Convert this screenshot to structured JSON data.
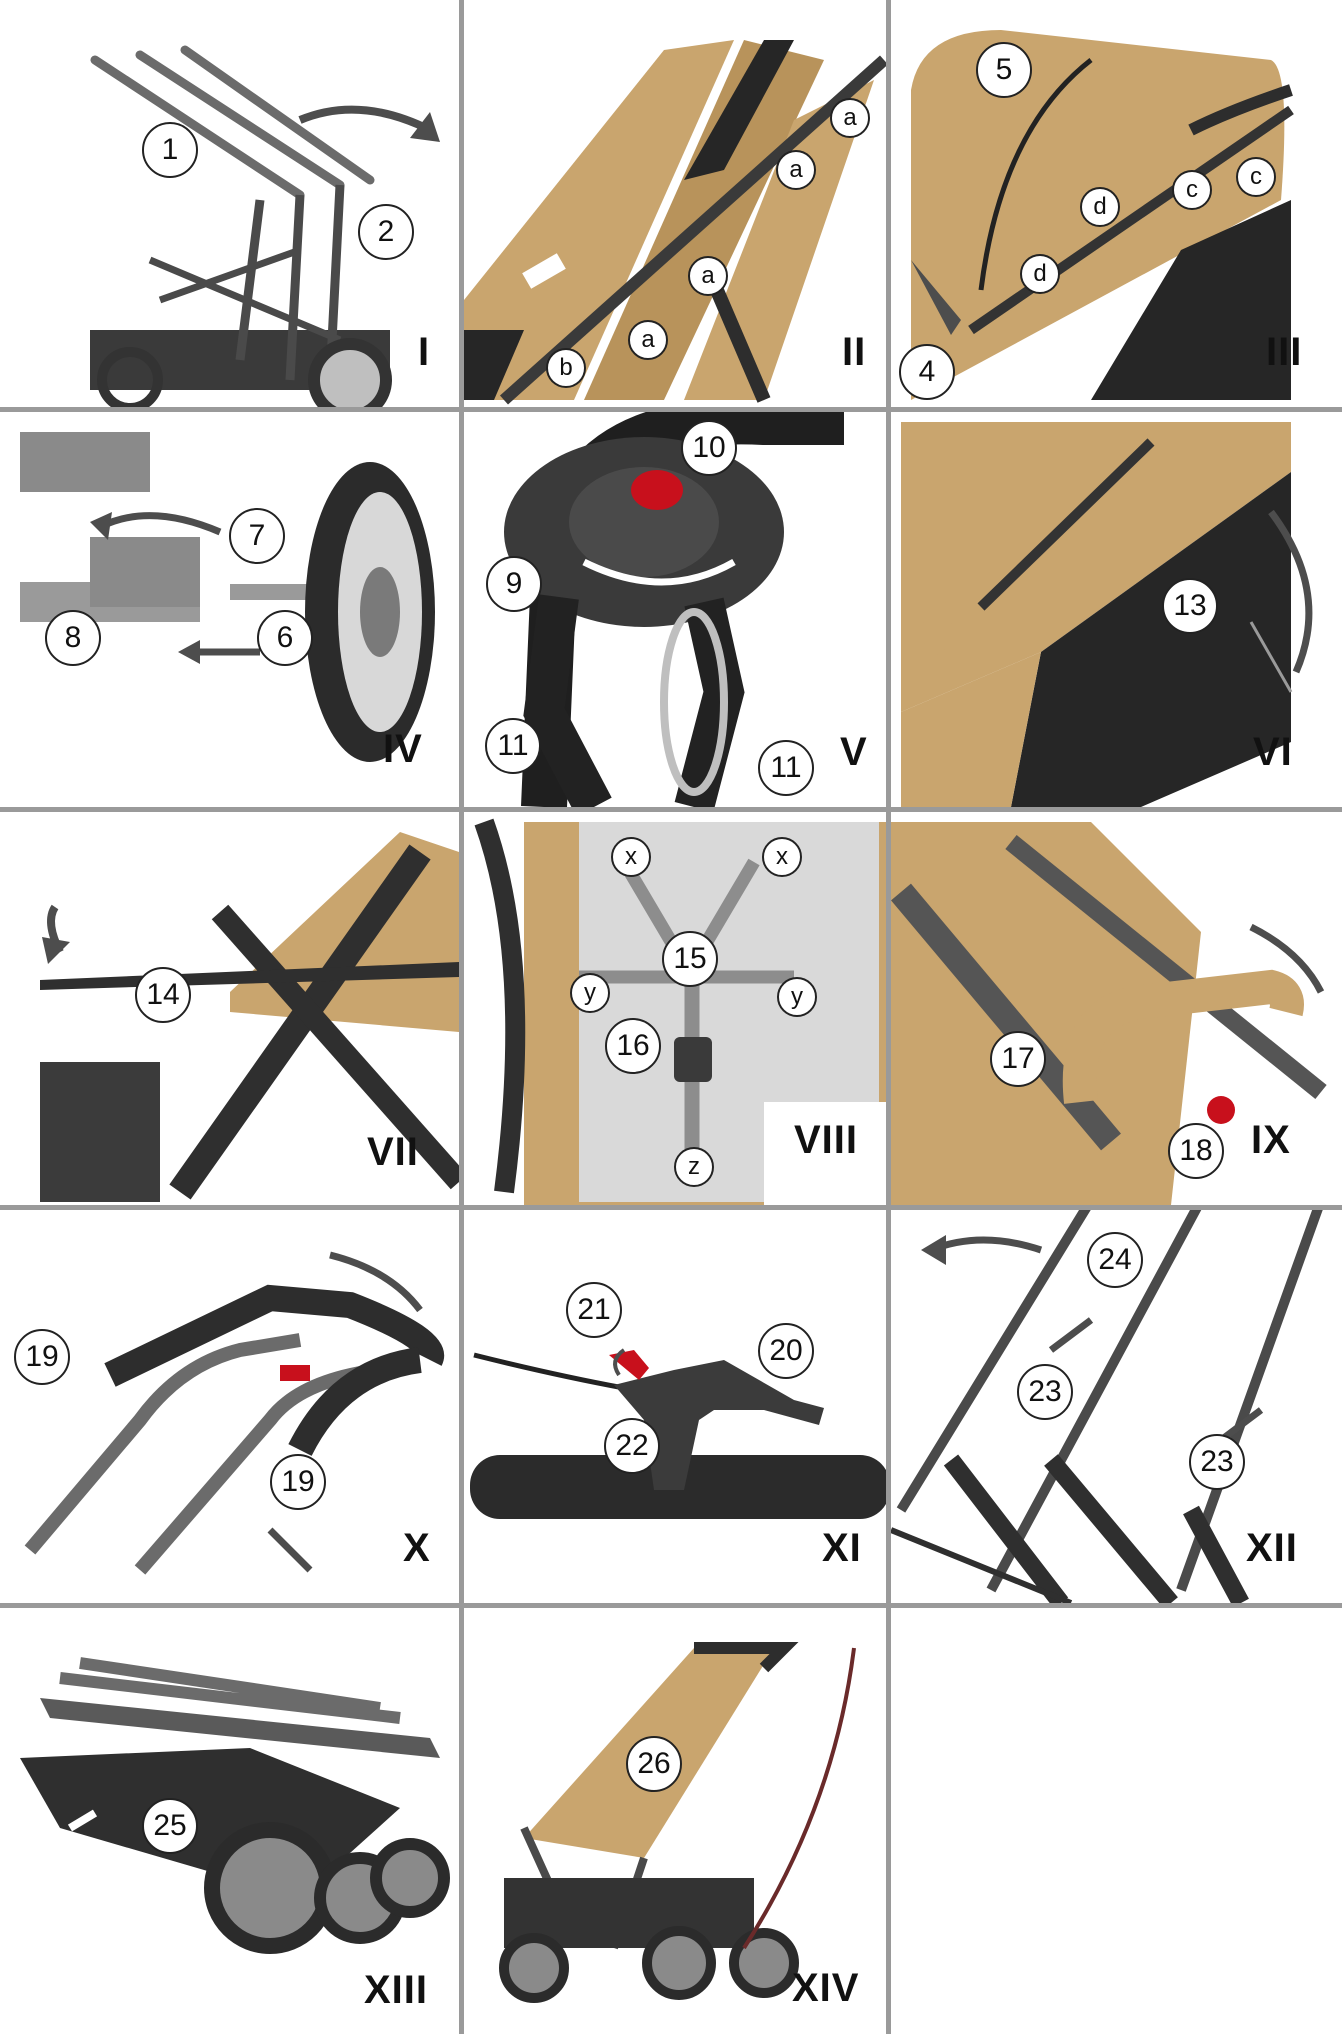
{
  "colors": {
    "fabric": "#c9a56e",
    "fabric_dark": "#a8864f",
    "frame": "#4a4a4a",
    "frame_dark": "#2d2d2d",
    "grid": "#9a9a9a",
    "arrow": "#4d4d4d",
    "red_button": "#c8101c",
    "fabric_black": "#262626"
  },
  "panels": [
    {
      "roman": "I",
      "callouts": [
        "1",
        "2"
      ]
    },
    {
      "roman": "II",
      "callouts": [
        "a",
        "a",
        "a",
        "a",
        "b"
      ]
    },
    {
      "roman": "III",
      "callouts": [
        "5",
        "d",
        "d",
        "c",
        "c",
        "4"
      ]
    },
    {
      "roman": "IV",
      "callouts": [
        "7",
        "8",
        "6"
      ]
    },
    {
      "roman": "V",
      "callouts": [
        "10",
        "9",
        "11",
        "11"
      ]
    },
    {
      "roman": "VI",
      "callouts": [
        "13"
      ]
    },
    {
      "roman": "VII",
      "callouts": [
        "14"
      ]
    },
    {
      "roman": "VIII",
      "callouts": [
        "x",
        "x",
        "15",
        "y",
        "y",
        "16",
        "z"
      ]
    },
    {
      "roman": "IX",
      "callouts": [
        "17",
        "18"
      ]
    },
    {
      "roman": "X",
      "callouts": [
        "19",
        "19"
      ]
    },
    {
      "roman": "XI",
      "callouts": [
        "21",
        "20",
        "22"
      ]
    },
    {
      "roman": "XII",
      "callouts": [
        "24",
        "23",
        "23"
      ]
    },
    {
      "roman": "XIII",
      "callouts": [
        "25"
      ]
    },
    {
      "roman": "XIV",
      "callouts": [
        "26"
      ]
    }
  ]
}
